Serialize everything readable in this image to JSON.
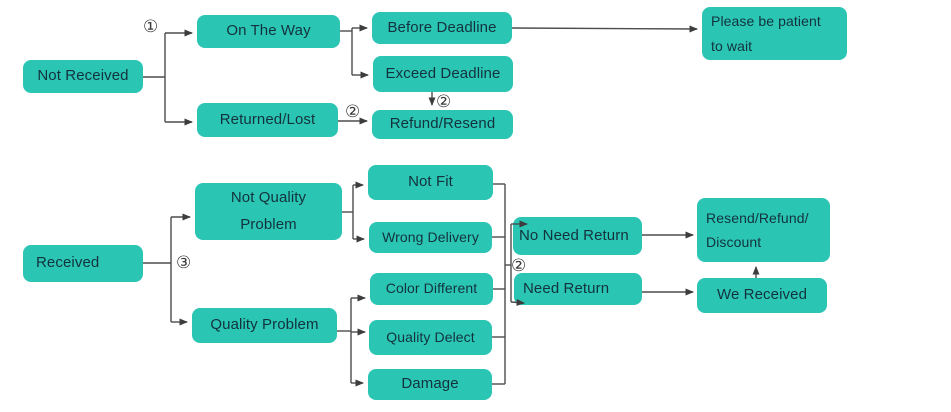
{
  "diagram": {
    "title": "After-sale dispute resolution flowchart",
    "theme": {
      "node_fill": "#2bc5b4",
      "node_text_color": "#13323c",
      "wire_color": "#4d4d4d",
      "background": "#ffffff"
    },
    "nodes": {
      "not_received": {
        "label": "Not Received"
      },
      "on_the_way": {
        "label": "On The Way"
      },
      "returned_lost": {
        "label": "Returned/Lost"
      },
      "before_deadline": {
        "label": "Before Deadline"
      },
      "exceed_deadline": {
        "label": "Exceed Deadline"
      },
      "refund_resend": {
        "label": "Refund/Resend"
      },
      "please_be_patient": {
        "label": "Please be patient\nto wait"
      },
      "received": {
        "label": "Received"
      },
      "not_quality_problem": {
        "label": "Not Quality\nProblem"
      },
      "quality_problem": {
        "label": "Quality Problem"
      },
      "not_fit": {
        "label": "Not Fit"
      },
      "wrong_delivery": {
        "label": "Wrong Delivery"
      },
      "color_different": {
        "label": "Color Different"
      },
      "quality_delect": {
        "label": "Quality Delect"
      },
      "damage": {
        "label": "Damage"
      },
      "no_need_return": {
        "label": "No Need Return"
      },
      "need_return": {
        "label": "Need Return"
      },
      "resend_refund_discount": {
        "label": "Resend/Refund/\nDiscount"
      },
      "we_received": {
        "label": "We Received"
      }
    },
    "connector_labels": {
      "step1_on_the_way": {
        "text": "①"
      },
      "step2_returned_lost": {
        "text": "②"
      },
      "step2_exceed_deadline": {
        "text": "②"
      },
      "step3_received": {
        "text": "③"
      },
      "step2_return_branch": {
        "text": "②"
      }
    },
    "edges": [
      {
        "from": "not_received",
        "to": "on_the_way",
        "label": "①"
      },
      {
        "from": "not_received",
        "to": "returned_lost",
        "label": "①"
      },
      {
        "from": "on_the_way",
        "to": "before_deadline"
      },
      {
        "from": "on_the_way",
        "to": "exceed_deadline"
      },
      {
        "from": "before_deadline",
        "to": "please_be_patient"
      },
      {
        "from": "exceed_deadline",
        "to": "refund_resend",
        "label": "②"
      },
      {
        "from": "returned_lost",
        "to": "refund_resend",
        "label": "②"
      },
      {
        "from": "received",
        "to": "not_quality_problem",
        "label": "③"
      },
      {
        "from": "received",
        "to": "quality_problem",
        "label": "③"
      },
      {
        "from": "not_quality_problem",
        "to": "not_fit"
      },
      {
        "from": "not_quality_problem",
        "to": "wrong_delivery"
      },
      {
        "from": "quality_problem",
        "to": "color_different"
      },
      {
        "from": "quality_problem",
        "to": "quality_delect"
      },
      {
        "from": "quality_problem",
        "to": "damage"
      },
      {
        "from": "not_fit|wrong_delivery|color_different|quality_delect|damage",
        "to": "no_need_return",
        "label": "②"
      },
      {
        "from": "not_fit|wrong_delivery|color_different|quality_delect|damage",
        "to": "need_return",
        "label": "②"
      },
      {
        "from": "no_need_return",
        "to": "resend_refund_discount"
      },
      {
        "from": "need_return",
        "to": "we_received"
      },
      {
        "from": "we_received",
        "to": "resend_refund_discount"
      }
    ]
  }
}
